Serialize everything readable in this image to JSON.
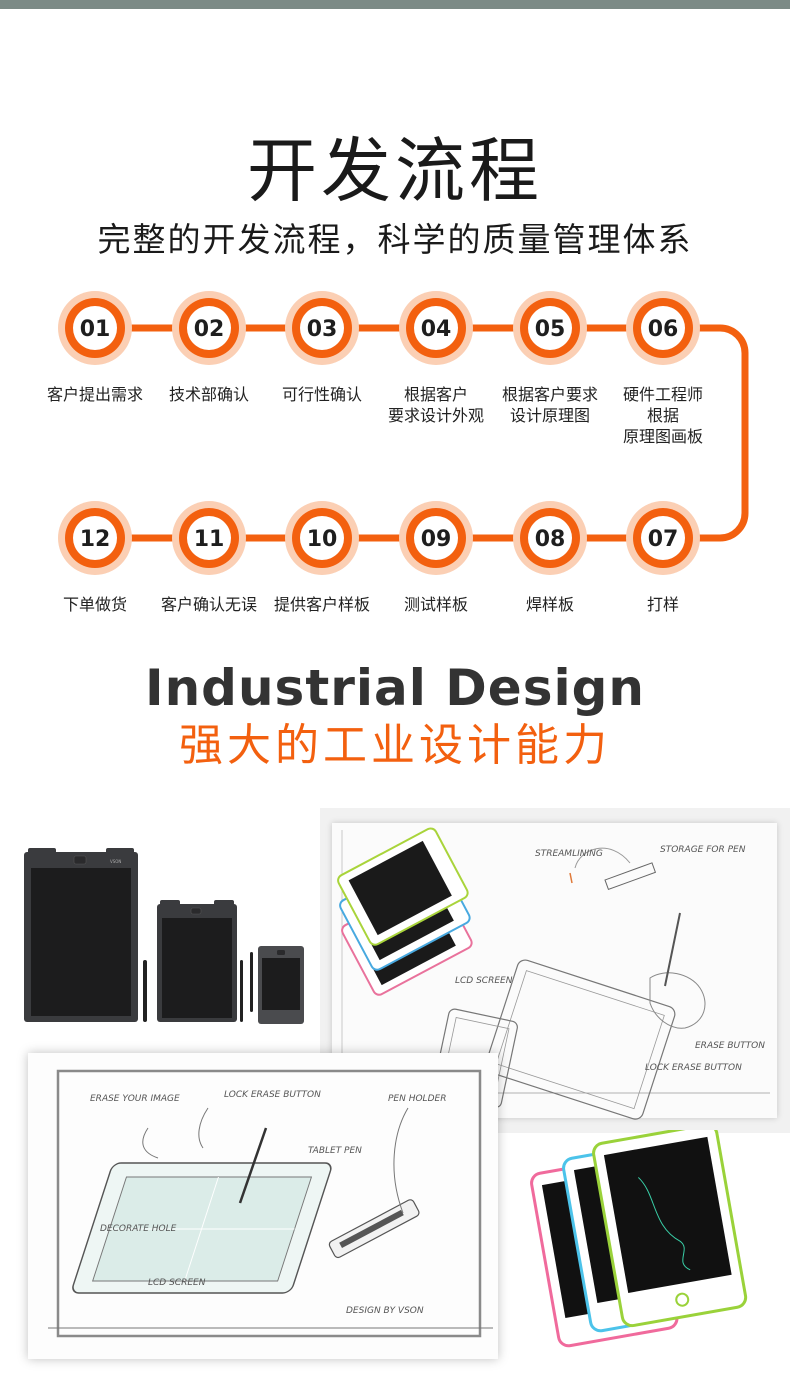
{
  "header": {
    "title": "开发流程",
    "subtitle": "完整的开发流程，科学的质量管理体系"
  },
  "flow": {
    "accent_color": "#f3600f",
    "steps": [
      {
        "num": "01",
        "lines": [
          "客户提出需求"
        ]
      },
      {
        "num": "02",
        "lines": [
          "技术部确认"
        ]
      },
      {
        "num": "03",
        "lines": [
          "可行性确认"
        ]
      },
      {
        "num": "04",
        "lines": [
          "根据客户",
          "要求设计外观"
        ]
      },
      {
        "num": "05",
        "lines": [
          "根据客户要求",
          "设计原理图"
        ]
      },
      {
        "num": "06",
        "lines": [
          "硬件工程师",
          "根据",
          "原理图画板"
        ]
      },
      {
        "num": "07",
        "lines": [
          "打样"
        ]
      },
      {
        "num": "08",
        "lines": [
          "焊样板"
        ]
      },
      {
        "num": "09",
        "lines": [
          "测试样板"
        ]
      },
      {
        "num": "10",
        "lines": [
          "提供客户样板"
        ]
      },
      {
        "num": "11",
        "lines": [
          "客户确认无误"
        ]
      },
      {
        "num": "12",
        "lines": [
          "下单做货"
        ]
      }
    ]
  },
  "industrial": {
    "title": "Industrial Design",
    "subtitle": "强大的工业设计能力"
  },
  "sketch1": {
    "labels": [
      "STREAMLINING",
      "STORAGE FOR PEN",
      "LCD SCREEN",
      "ERASE BUTTON",
      "LOCK ERASE BUTTON"
    ]
  },
  "sketch2": {
    "labels": [
      "ERASE YOUR IMAGE",
      "LOCK ERASE BUTTON",
      "PEN HOLDER",
      "TABLET PEN",
      "DECORATE HOLE",
      "LCD SCREEN",
      "DESIGN BY VSON"
    ]
  },
  "devices": {
    "brand_text": "VSON"
  }
}
